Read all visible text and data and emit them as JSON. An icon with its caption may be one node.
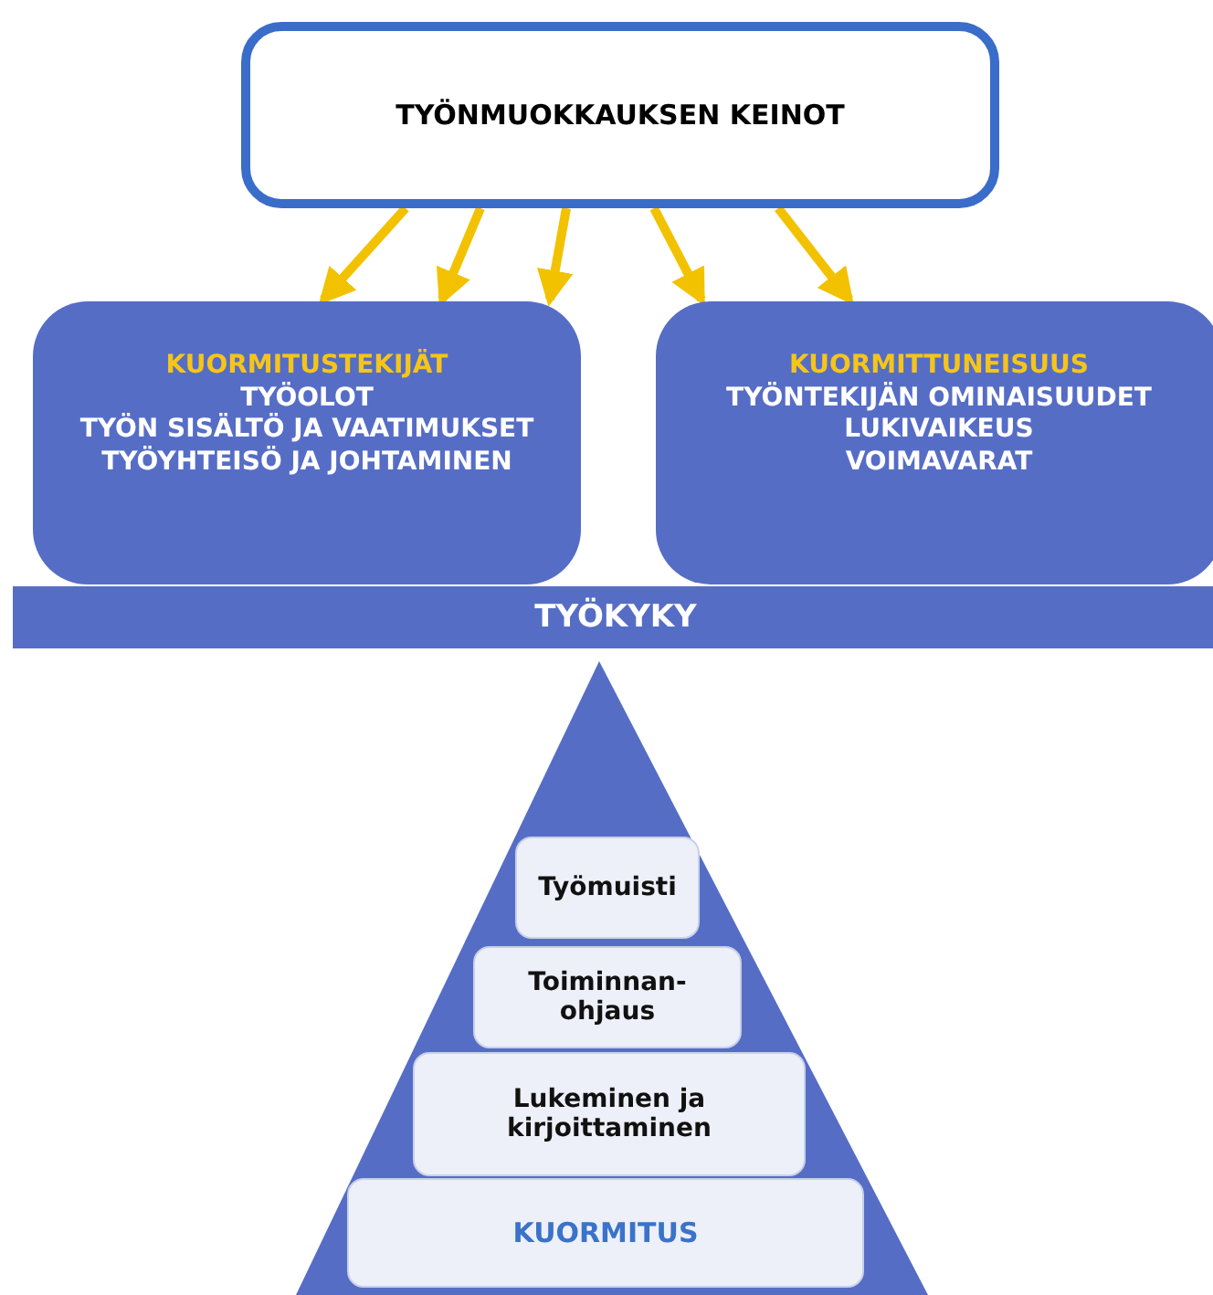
{
  "diagram": {
    "nodes": [
      {
        "text": [
          "TYÖNMUOKKAUKSEN KEINOT"
        ]
      },
      {
        "text": [
          "KUORMITUSTEKIJÄT",
          "TYÖOLOT",
          "TYÖN SISÄLTÖ JA VAATIMUKSET",
          "TYÖYHTEISÖ JA JOHTAMINEN"
        ]
      },
      {
        "text": [
          "KUORMITTUNEISUUS",
          "TYÖNTEKIJÄN OMINAISUUDET",
          "LUKIVAIKEUS",
          "VOIMAVARAT"
        ]
      },
      {
        "text": [
          "TYÖKYKY"
        ]
      },
      {
        "text": [],
        "shape": "triangle"
      },
      {
        "text": [
          "Työmuisti"
        ],
        "in": 4
      },
      {
        "text": [
          "Toiminnan- ohjaus"
        ],
        "in": 4
      },
      {
        "text": [
          "Lukeminen ja kirjoittaminen"
        ],
        "in": 4
      },
      {
        "text": [
          "KUORMITUS"
        ],
        "in": 4
      }
    ],
    "edges": [
      {
        "from": 0,
        "to": 1,
        "arrow": "to"
      },
      {
        "from": 0,
        "to": 1,
        "arrow": "to"
      },
      {
        "from": 0,
        "to": 1,
        "arrow": "to"
      },
      {
        "from": 0,
        "to": 2,
        "arrow": "to"
      },
      {
        "from": 0,
        "to": 2,
        "arrow": "to"
      }
    ]
  }
}
